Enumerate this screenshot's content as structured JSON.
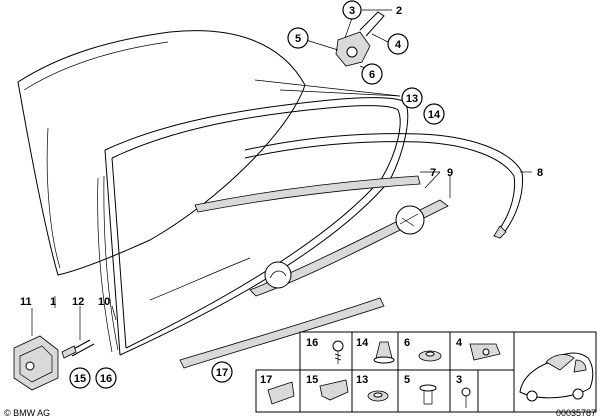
{
  "callouts": {
    "c1": "1",
    "c2": "2",
    "c3": "3",
    "c4": "4",
    "c5": "5",
    "c6": "6",
    "c7": "7",
    "c8": "8",
    "c9": "9",
    "c10": "10",
    "c11": "11",
    "c12": "12",
    "c13": "13",
    "c14": "14",
    "c15": "15",
    "c16": "16",
    "c17": "17"
  },
  "parts_grid": {
    "top_row": [
      "16",
      "14",
      "6",
      "4"
    ],
    "bottom_row": [
      "17",
      "15",
      "13",
      "5",
      "3"
    ]
  },
  "footer": {
    "copyright": "© BMW AG",
    "drawing_number": "00035787"
  }
}
